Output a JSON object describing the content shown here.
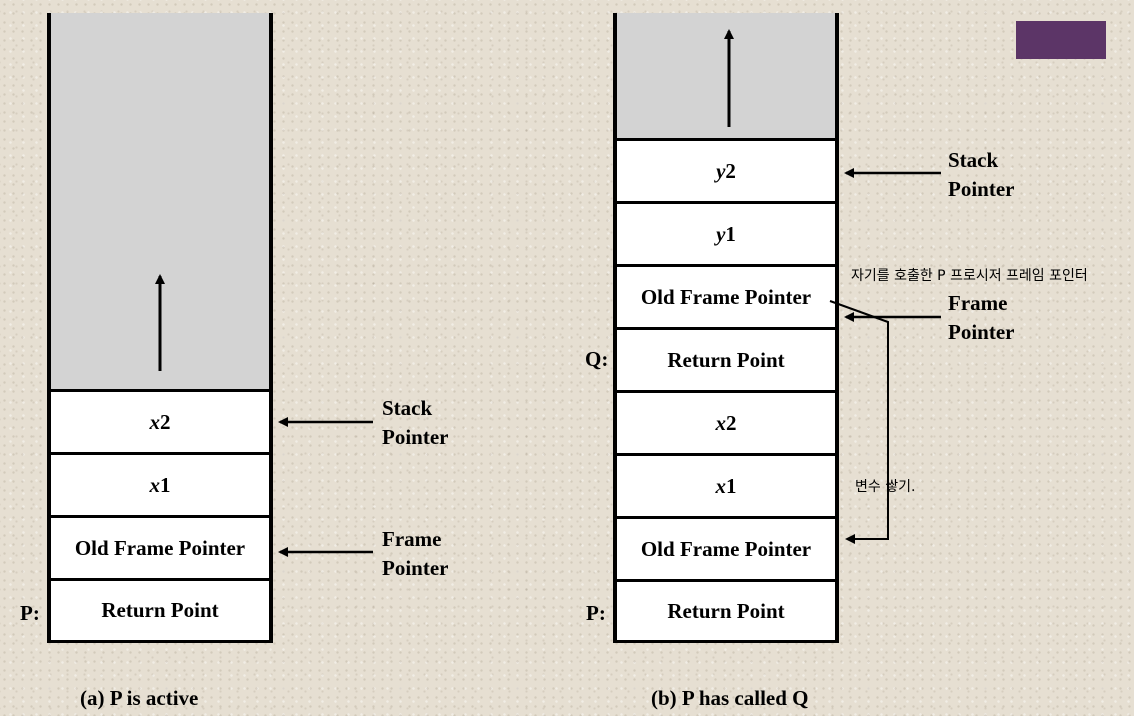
{
  "stack_a": {
    "cells": [
      {
        "main": "x",
        "sub": "2",
        "italic": true
      },
      {
        "main": "x",
        "sub": "1",
        "italic": true
      },
      {
        "main": "Old Frame Pointer",
        "sub": "",
        "italic": false
      },
      {
        "main": "Return Point",
        "sub": "",
        "italic": false
      }
    ],
    "return_label": "P:",
    "stack_pointer_label": [
      "Stack",
      "Pointer"
    ],
    "frame_pointer_label": [
      "Frame",
      "Pointer"
    ],
    "caption": "(a) P is active"
  },
  "stack_b": {
    "cells": [
      {
        "main": "y",
        "sub": "2",
        "italic": true
      },
      {
        "main": "y",
        "sub": "1",
        "italic": true
      },
      {
        "main": "Old Frame Pointer",
        "sub": "",
        "italic": false
      },
      {
        "main": "Return Point",
        "sub": "",
        "italic": false
      },
      {
        "main": "x",
        "sub": "2",
        "italic": true
      },
      {
        "main": "x",
        "sub": "1",
        "italic": true
      },
      {
        "main": "Old Frame Pointer",
        "sub": "",
        "italic": false
      },
      {
        "main": "Return Point",
        "sub": "",
        "italic": false
      }
    ],
    "q_label": "Q:",
    "p_label": "P:",
    "stack_pointer_label": [
      "Stack",
      "Pointer"
    ],
    "frame_pointer_label": [
      "Frame",
      "Pointer"
    ],
    "caption": "(b) P has called Q",
    "annotation_top": "자기를 호출한 P 프로시저 프레임 포인터",
    "annotation_mid": "변수 쌓기."
  },
  "colors": {
    "free_region": "#d3d3d3",
    "cell": "#ffffff",
    "accent": "#5c3567",
    "background": "#e6dfd2"
  }
}
